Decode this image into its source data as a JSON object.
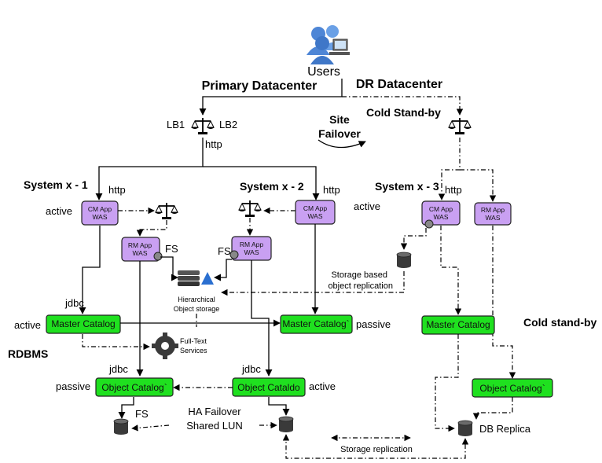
{
  "colors": {
    "app_box": "#c9a0f2",
    "catalog_box": "#1fe01f",
    "db": "#3a3a3a",
    "line": "#000000"
  },
  "header": {
    "users": "Users",
    "primary_dc": "Primary Datacenter",
    "dr_dc": "DR Datacenter"
  },
  "lb": {
    "lb1": "LB1",
    "lb2": "LB2",
    "http": "http"
  },
  "site_failover": {
    "line1": "Site",
    "line2": "Failover"
  },
  "cold_standby_top": "Cold Stand-by",
  "system1": {
    "title": "System x - 1",
    "http": "http",
    "state": "active",
    "cm_app_1": "CM App",
    "cm_app_2": "WAS",
    "rm_app_1": "RM App",
    "rm_app_2": "WAS",
    "fs": "FS"
  },
  "system2": {
    "title": "System x - 2",
    "http": "http",
    "cm_app_1": "CM App",
    "cm_app_2": "WAS",
    "rm_app_1": "RM App",
    "rm_app_2": "WAS",
    "fs": "FS"
  },
  "system3": {
    "title": "System x - 3",
    "http": "http",
    "state": "active",
    "cm_app_1": "CM App",
    "cm_app_2": "WAS",
    "rm_app_1": "RM App",
    "rm_app_2": "WAS"
  },
  "storage": {
    "hier_1": "Hierarchical",
    "hier_2": "Object storage",
    "replication_1": "Storage based",
    "replication_2": "object replication"
  },
  "catalogs": {
    "master1": "Master Catalog",
    "master2": "Master Catalog`",
    "master3": "Master Catalog",
    "object1": "Object Catalog`",
    "object2": "Object Cataldo",
    "object3": "Object Catalog`"
  },
  "labels": {
    "jdbc": "jdbc",
    "active": "active",
    "passive": "passive",
    "rdbms": "RDBMS",
    "full_text_1": "Full-Text",
    "full_text_2": "Services",
    "fs": "FS",
    "ha_failover": "HA Failover",
    "shared_lun": "Shared LUN",
    "storage_replication": "Storage replication",
    "db_replica": "DB Replica",
    "cold_standby": "Cold stand-by"
  },
  "icons": [
    "users-icon",
    "scale-icon",
    "database-icon",
    "gear-icon",
    "storage-stack-icon"
  ]
}
